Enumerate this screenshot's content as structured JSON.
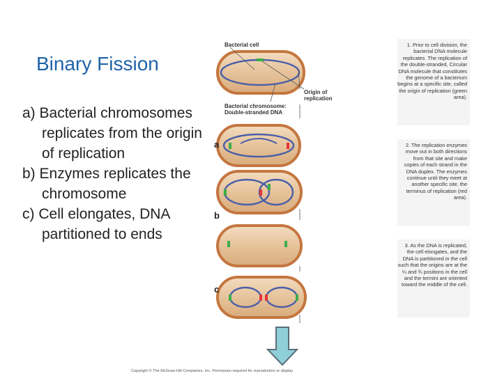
{
  "title": "Binary Fission",
  "bullets": [
    {
      "key": "a)",
      "text": "Bacterial chromosomes replicates from the origin of replication"
    },
    {
      "key": "b)",
      "text": "Enzymes replicates the chromosome"
    },
    {
      "key": "c)",
      "text": "Cell elongates, DNA partitioned to ends"
    }
  ],
  "stage_tags": {
    "a": "a",
    "b": "b",
    "c": "c"
  },
  "labels": {
    "bacterial_cell": "Bacterial cell",
    "origin": "Origin of replication",
    "chromosome": "Bacterial chromosome: Double-stranded DNA"
  },
  "notes": [
    "1. Prior to cell division, the bacterial DNA molecule replicates. The replication of the double-stranded, Circular DNA molecule that constitutes the genome of a bacterium begins at a specific site, called the origin of replication (green area).",
    "2. The replication enzymes move out in both directions from that site and make copies of each strand in the DNA duplex. The enzymes continue until they meet at another specific site, the terminus of replication (red area).",
    "3. As the DNA is replicated, the cell elongates, and the DNA is partitioned in the cell such that the origins are at the ¼ and ¾ positions in the cell and the termini are oriented toward the middle of the cell."
  ],
  "copyright": "Copyright © The McGraw-Hill Companies, Inc. Permission required for reproduction or display",
  "colors": {
    "title": "#1f63a8",
    "cell_fill": "#e8c9a3",
    "cell_edge": "#c4763f",
    "dna": "#4a5fa8",
    "origin": "#3cae4a",
    "terminus": "#e2363a",
    "arrow": "#8fcfd8"
  }
}
